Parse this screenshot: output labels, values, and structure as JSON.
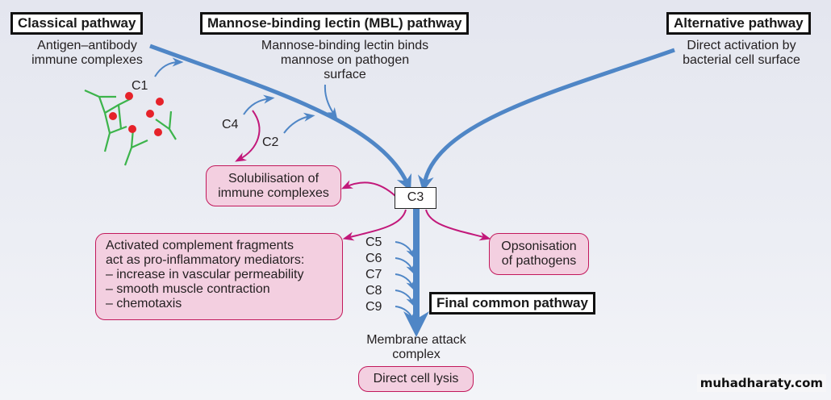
{
  "pathways": {
    "classical": {
      "title": "Classical pathway",
      "description_line1": "Antigen–antibody",
      "description_line2": "immune complexes",
      "component": "C1"
    },
    "mbl": {
      "title": "Mannose-binding lectin (MBL) pathway",
      "description_line1": "Mannose-binding lectin binds",
      "description_line2": "mannose on pathogen",
      "description_line3": "surface",
      "components": [
        "C4",
        "C2"
      ]
    },
    "alternative": {
      "title": "Alternative pathway",
      "description_line1": "Direct activation by",
      "description_line2": "bacterial cell surface"
    },
    "final_common": {
      "title": "Final common pathway",
      "components": [
        "C5",
        "C6",
        "C7",
        "C8",
        "C9"
      ]
    }
  },
  "central_node": "C3",
  "outcomes": {
    "solubilisation": {
      "line1": "Solubilisation of",
      "line2": "immune complexes"
    },
    "inflammation": {
      "line1": "Activated complement fragments",
      "line2": "act as pro-inflammatory mediators:",
      "bullets": [
        "– increase in vascular permeability",
        "– smooth muscle contraction",
        "– chemotaxis"
      ]
    },
    "opsonisation": {
      "line1": "Opsonisation",
      "line2": "of pathogens"
    },
    "mac": {
      "line1": "Membrane attack",
      "line2": "complex"
    },
    "lysis": "Direct cell lysis"
  },
  "colors": {
    "pathway_arrow": "#4f86c6",
    "effect_arrow": "#c2187a",
    "outcome_fill": "#f3cfe0",
    "antibody": "#3cb44b",
    "antigen": "#e6222a"
  },
  "watermark": "muhadharaty.com"
}
